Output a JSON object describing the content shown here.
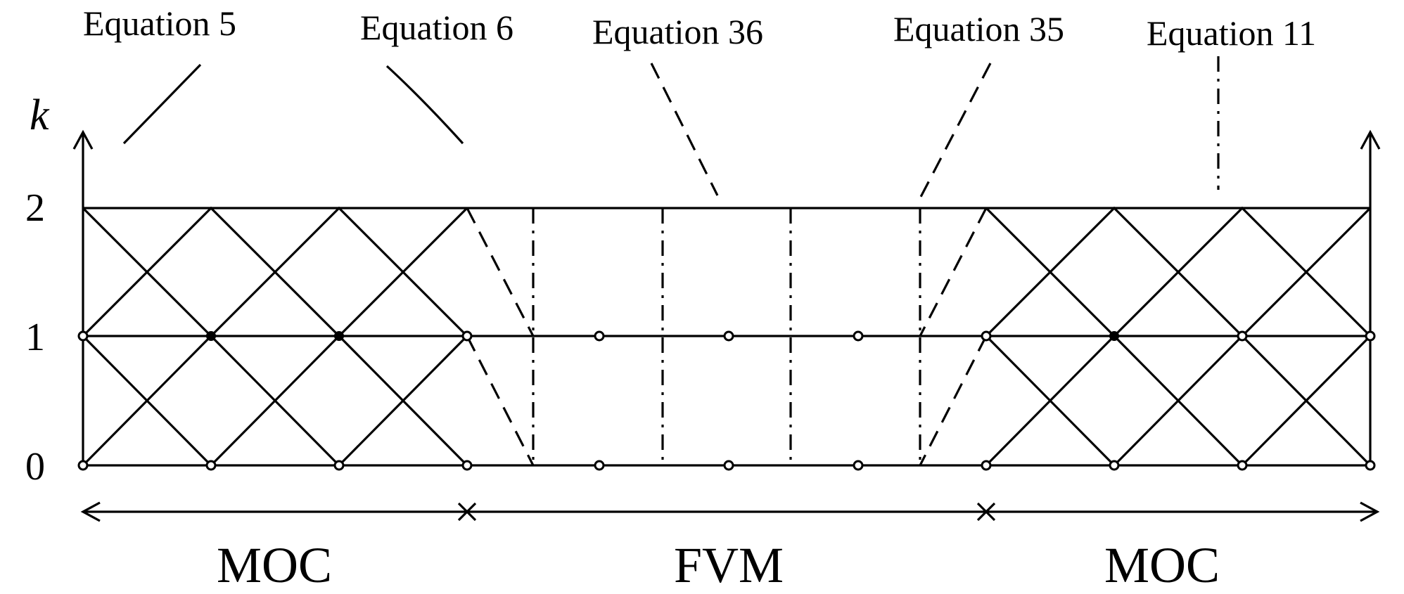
{
  "equation_labels": {
    "eq5": "Equation 5",
    "eq6": "Equation 6",
    "eq36": "Equation 36",
    "eq35": "Equation 35",
    "eq11": "Equation 11"
  },
  "axis": {
    "k_label": "k",
    "tick_2": "2",
    "tick_1": "1",
    "tick_0": "0"
  },
  "regions": {
    "left": "MOC",
    "middle": "FVM",
    "right": "MOC"
  },
  "colors": {
    "line": "#000000",
    "background": "#ffffff"
  }
}
